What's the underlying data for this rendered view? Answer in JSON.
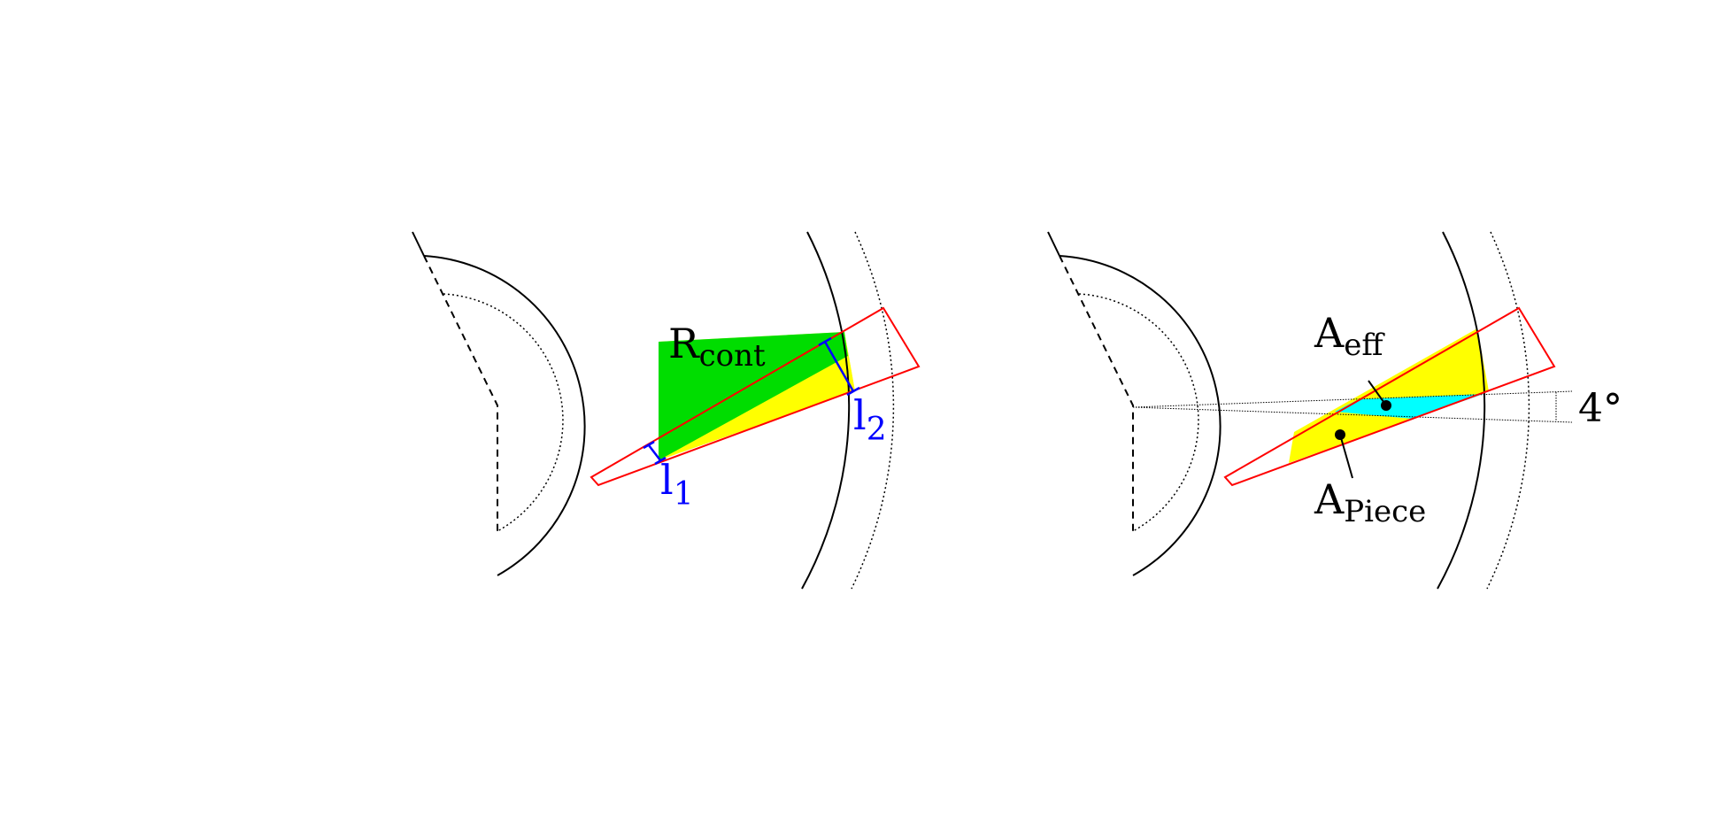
{
  "left_panel": {
    "rcont_label": {
      "main": "R",
      "sub": "cont"
    },
    "l1_label": {
      "main": "l",
      "sub": "1"
    },
    "l2_label": {
      "main": "l",
      "sub": "2"
    }
  },
  "right_panel": {
    "aeff_label": {
      "main": "A",
      "sub": "eff"
    },
    "apiece_label": {
      "main": "A",
      "sub": "Piece"
    },
    "angle_label": "4°"
  },
  "colors": {
    "outline": "#000000",
    "box": "#ff0000",
    "dimension": "#0000ff",
    "green_area": "#00dd00",
    "yellow_area": "#ffff00",
    "cyan_area": "#00ffff"
  }
}
